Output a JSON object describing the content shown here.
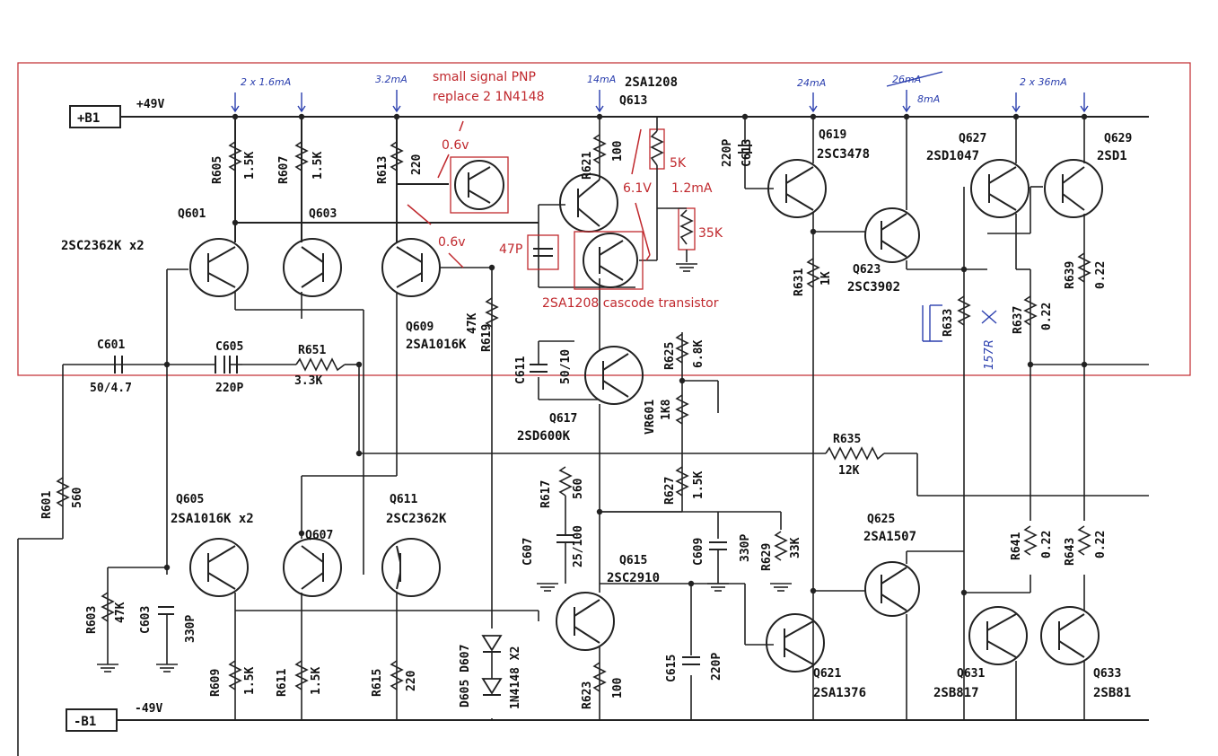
{
  "rails": {
    "pos_label": "+B1",
    "pos_voltage": "+49V",
    "neg_label": "-B1",
    "neg_voltage": "-49V"
  },
  "currents": {
    "i1": "2 x 1.6mA",
    "i2": "3.2mA",
    "i3": "14mA",
    "i4": "24mA",
    "i5": "26mA",
    "i6": "8mA",
    "i7": "2 x 36mA"
  },
  "annotations": {
    "pnp_note_1": "small signal PNP",
    "pnp_note_2": "replace 2 1N4148",
    "v_06_a": "0.6v",
    "v_06_b": "0.6v",
    "v_61": "6.1V",
    "r_5k": "5K",
    "i_12": "1.2mA",
    "r_35k": "35K",
    "c_47p": "47P",
    "cascode": "2SA1208  cascode transistor",
    "q613_part": "2SA1208",
    "r633_new": "157R"
  },
  "transistors": {
    "q601": {
      "ref": "Q601",
      "part": "2SC2362K x2"
    },
    "q603": {
      "ref": "Q603"
    },
    "q605": {
      "ref": "Q605",
      "part": "2SA1016K x2"
    },
    "q607": {
      "ref": "Q607"
    },
    "q609": {
      "ref": "Q609",
      "part": "2SA1016K"
    },
    "q611": {
      "ref": "Q611",
      "part": "2SC2362K"
    },
    "q613": {
      "ref": "Q613"
    },
    "q615": {
      "ref": "Q615",
      "part": "2SC2910"
    },
    "q617": {
      "ref": "Q617",
      "part": "2SD600K"
    },
    "q619": {
      "ref": "Q619",
      "part": "2SC3478"
    },
    "q621": {
      "ref": "Q621",
      "part": "2SA1376"
    },
    "q623": {
      "ref": "Q623",
      "part": "2SC3902"
    },
    "q625": {
      "ref": "Q625",
      "part": "2SA1507"
    },
    "q627": {
      "ref": "Q627",
      "part": "2SD1047"
    },
    "q629": {
      "ref": "Q629",
      "part": "2SD1"
    },
    "q631": {
      "ref": "Q631",
      "part": "2SB817"
    },
    "q633": {
      "ref": "Q633",
      "part": "2SB81"
    }
  },
  "resistors": {
    "r601": {
      "ref": "R601",
      "val": "560"
    },
    "r603": {
      "ref": "R603",
      "val": "47K"
    },
    "r605": {
      "ref": "R605",
      "val": "1.5K"
    },
    "r607": {
      "ref": "R607",
      "val": "1.5K"
    },
    "r609": {
      "ref": "R609",
      "val": "1.5K"
    },
    "r611": {
      "ref": "R611",
      "val": "1.5K"
    },
    "r613": {
      "ref": "R613",
      "val": "220"
    },
    "r615": {
      "ref": "R615",
      "val": "220"
    },
    "r617": {
      "ref": "R617",
      "val": "560"
    },
    "r619": {
      "ref": "R619",
      "val": "47K"
    },
    "r621": {
      "ref": "R621",
      "val": "100"
    },
    "r623": {
      "ref": "R623",
      "val": "100"
    },
    "r625": {
      "ref": "R625",
      "val": "6.8K"
    },
    "r627": {
      "ref": "R627",
      "val": "1.5K"
    },
    "r629": {
      "ref": "R629",
      "val": "33K"
    },
    "r631": {
      "ref": "R631",
      "val": "1K"
    },
    "r633": {
      "ref": "R633"
    },
    "r635": {
      "ref": "R635",
      "val": "12K"
    },
    "r637": {
      "ref": "R637",
      "val": "0.22"
    },
    "r639": {
      "ref": "R639",
      "val": "0.22"
    },
    "r641": {
      "ref": "R641",
      "val": "0.22"
    },
    "r643": {
      "ref": "R643",
      "val": "0.22"
    },
    "r651": {
      "ref": "R651",
      "val": "3.3K"
    },
    "vr601": {
      "ref": "VR601",
      "val": "1K8"
    }
  },
  "capacitors": {
    "c601": {
      "ref": "C601",
      "val": "50/4.7"
    },
    "c603": {
      "ref": "C603",
      "val": "330P"
    },
    "c605": {
      "ref": "C605",
      "val": "220P"
    },
    "c607": {
      "ref": "C607",
      "val": "25/100"
    },
    "c609": {
      "ref": "C609",
      "val": "330P"
    },
    "c611": {
      "ref": "C611",
      "val": "50/10"
    },
    "c613": {
      "ref": "C613",
      "val": "220P"
    },
    "c615": {
      "ref": "C615",
      "val": "220P"
    }
  },
  "diodes": {
    "d605": {
      "ref": "D605 D607",
      "val": "1N4148 X2"
    }
  },
  "colors": {
    "ink": "#222222",
    "annotation_red": "#c0282d",
    "annotation_blue": "#2b3fae"
  }
}
